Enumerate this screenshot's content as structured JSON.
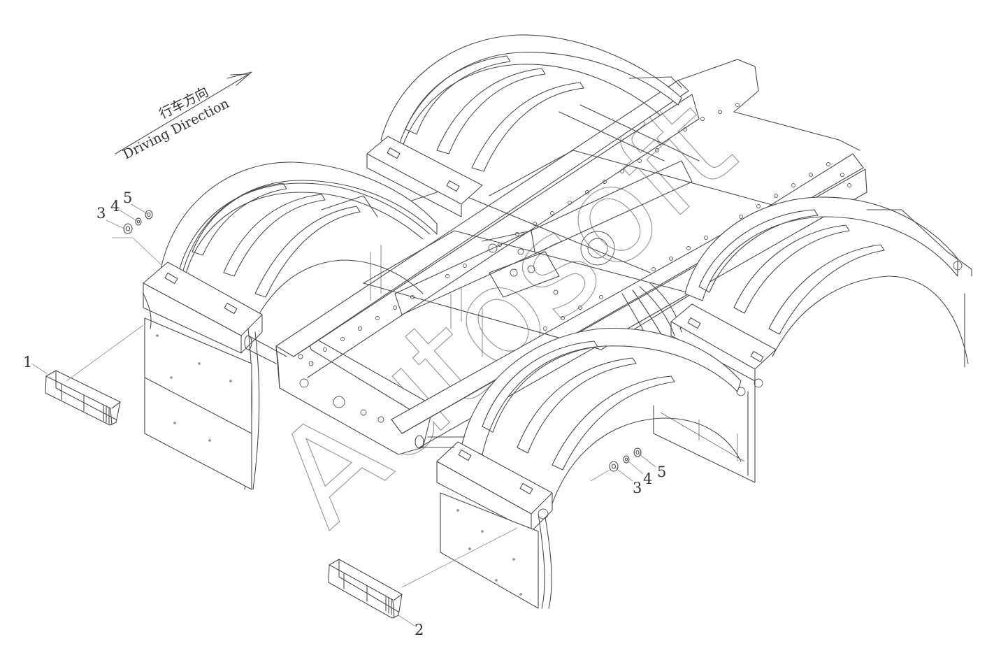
{
  "direction": {
    "chinese": "行车方向",
    "english": "Driving Direction"
  },
  "callouts": {
    "left_lamp": "1",
    "right_lamp": "2",
    "washer_left": "3",
    "lockwasher_left": "4",
    "nut_left": "5",
    "washer_right": "3",
    "lockwasher_right": "4",
    "nut_right": "5"
  },
  "watermark": {
    "text": "Autosoft"
  }
}
